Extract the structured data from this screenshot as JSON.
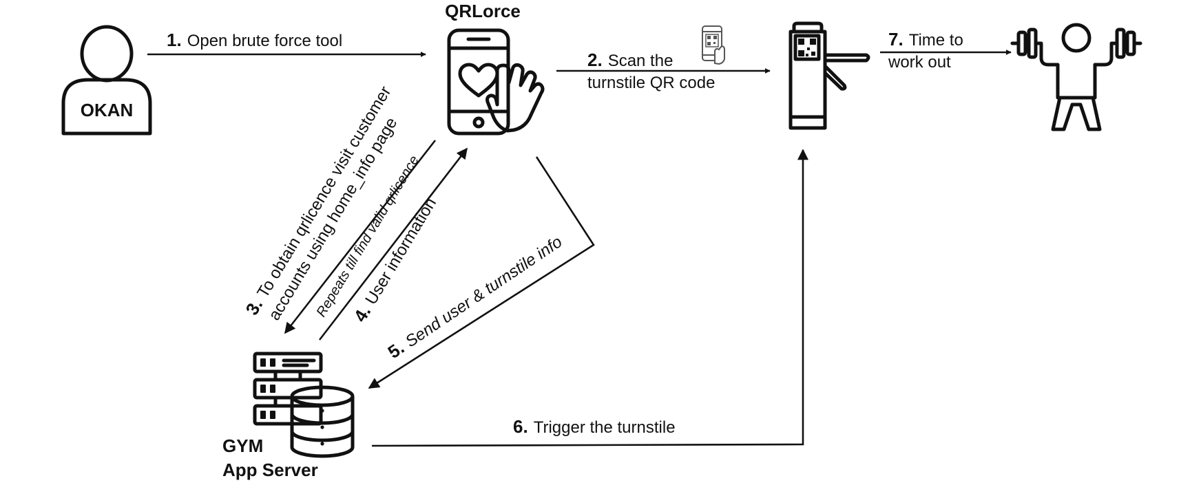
{
  "actors": {
    "user_label": "OKAN",
    "app_title": "QRLorce",
    "server_line1": "GYM",
    "server_line2": "App Server"
  },
  "steps": {
    "s1": {
      "num": "1.",
      "text": "Open brute force tool"
    },
    "s2": {
      "num": "2.",
      "line1": "Scan the",
      "line2": "turnstile QR code"
    },
    "s3": {
      "num": "3.",
      "line1": "To obtain qrlicence visit customer",
      "line2": "accounts  using home_info page"
    },
    "repeat_note": "Repeats till find valid qrlicence",
    "s4": {
      "num": "4.",
      "text": "User information"
    },
    "s5": {
      "num": "5.",
      "text_plain": "Send user & ",
      "text_italic": "turnstile info"
    },
    "s6": {
      "num": "6.",
      "text": "Trigger the turnstile"
    },
    "s7": {
      "num": "7.",
      "line1": "Time to",
      "line2": "work out"
    }
  },
  "icons": {
    "user": "person-icon",
    "phone": "smartphone-touch-icon",
    "scan": "phone-qr-scan-icon",
    "turnstile": "turnstile-qr-icon",
    "gym": "weightlifter-icon",
    "server": "server-database-icon"
  },
  "colors": {
    "ink": "#111111",
    "background": "#ffffff"
  }
}
